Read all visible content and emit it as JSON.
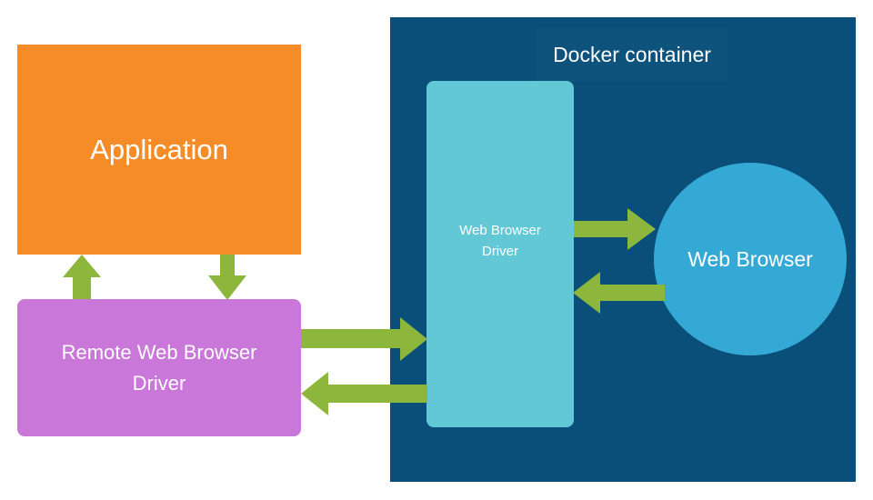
{
  "diagram": {
    "container_label": "Docker container",
    "nodes": {
      "application": "Application",
      "remote_driver": "Remote Web Browser\nDriver",
      "web_driver": "Web Browser\nDriver",
      "web_browser": "Web Browser"
    },
    "colors": {
      "container": "#0a4f79",
      "application": "#f58c28",
      "remote_driver": "#c977d9",
      "web_driver": "#62c8d5",
      "web_browser": "#35a9d5",
      "arrow": "#8db63c"
    }
  }
}
